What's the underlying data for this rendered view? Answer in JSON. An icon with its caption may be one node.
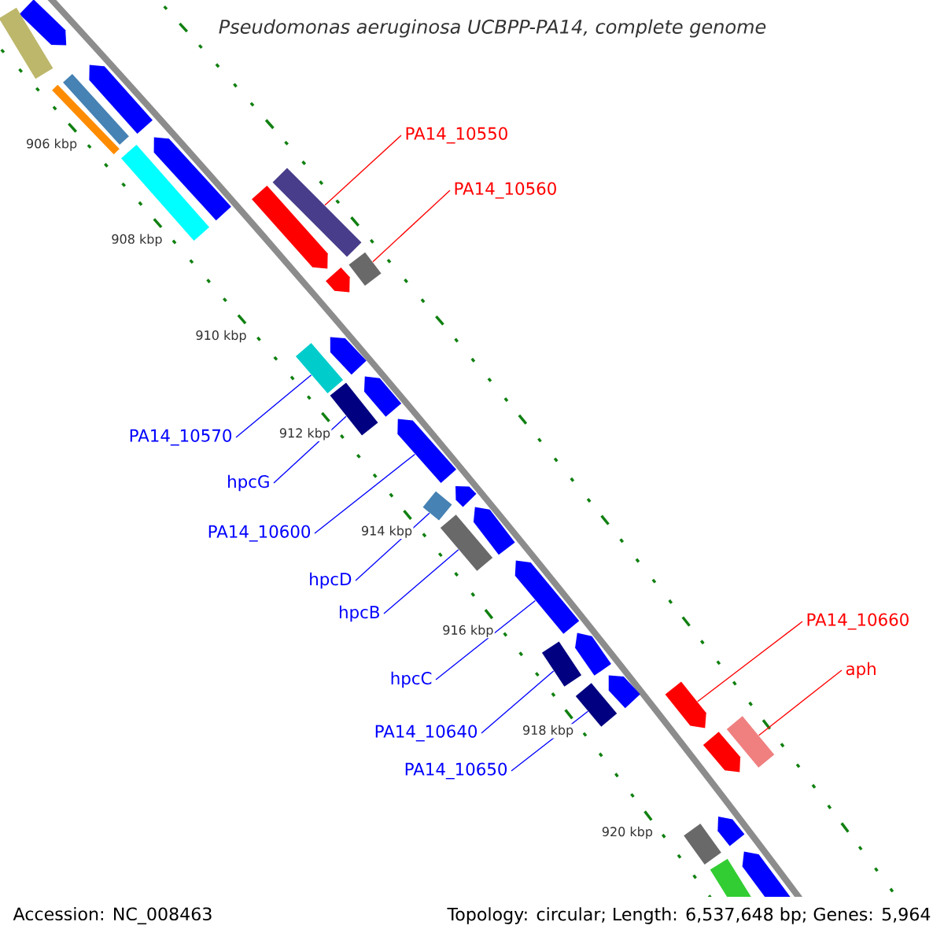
{
  "diagram": {
    "title": "Pseudomonas aeruginosa UCBPP-PA14, complete genome",
    "nodes": [
      {
        "text": [
          "PA14_10550"
        ]
      },
      {
        "text": [
          "PA14_10560"
        ]
      },
      {
        "text": [
          "PA14_10570"
        ]
      },
      {
        "text": [
          "hpcG"
        ]
      },
      {
        "text": [
          "PA14_10600"
        ]
      },
      {
        "text": [
          "hpcD"
        ]
      },
      {
        "text": [
          "hpcB"
        ]
      },
      {
        "text": [
          "hpcC"
        ]
      },
      {
        "text": [
          "PA14_10660"
        ]
      },
      {
        "text": [
          "aph"
        ]
      },
      {
        "text": [
          "PA14_10640"
        ]
      },
      {
        "text": [
          "PA14_10650"
        ]
      },
      {
        "text": [],
        "shape": "arrow"
      },
      {
        "text": [],
        "shape": "bar"
      },
      {
        "text": [],
        "shape": "arrow"
      },
      {
        "text": [],
        "shape": "bar"
      },
      {
        "text": [],
        "shape": "bar"
      },
      {
        "text": [],
        "shape": "arrow"
      },
      {
        "text": [],
        "shape": "bar"
      },
      {
        "text": [],
        "shape": "bar"
      },
      {
        "text": [],
        "shape": "arrow"
      },
      {
        "text": [],
        "shape": "bar"
      },
      {
        "text": [],
        "shape": "arrow"
      },
      {
        "text": [],
        "shape": "arrow"
      },
      {
        "text": [],
        "shape": "bar"
      },
      {
        "text": [],
        "shape": "arrow"
      },
      {
        "text": [],
        "shape": "bar"
      },
      {
        "text": [],
        "shape": "arrow"
      },
      {
        "text": [],
        "shape": "arrow"
      },
      {
        "text": [],
        "shape": "bar"
      },
      {
        "text": [],
        "shape": "arrow"
      },
      {
        "text": [],
        "shape": "bar"
      },
      {
        "text": [],
        "shape": "arrow"
      },
      {
        "text": [],
        "shape": "arrow"
      },
      {
        "text": [],
        "shape": "bar"
      },
      {
        "text": [],
        "shape": "arrow"
      },
      {
        "text": [],
        "shape": "bar"
      },
      {
        "text": [],
        "shape": "arrow"
      },
      {
        "text": [],
        "shape": "bar"
      },
      {
        "text": [],
        "shape": "arrow"
      },
      {
        "text": [],
        "shape": "arrow"
      },
      {
        "text": [],
        "shape": "bar"
      },
      {
        "text": [],
        "shape": "arrow"
      },
      {
        "text": [],
        "shape": "bar"
      }
    ],
    "edges": [
      {
        "from": 0,
        "to": 19,
        "arrow": "none",
        "color": "#ff0000"
      },
      {
        "from": 1,
        "to": 21,
        "arrow": "none",
        "color": "#ff0000"
      },
      {
        "from": 2,
        "to": 24,
        "arrow": "none"
      },
      {
        "from": 3,
        "to": 26,
        "arrow": "none"
      },
      {
        "from": 4,
        "to": 27,
        "arrow": "none"
      },
      {
        "from": 5,
        "to": 29,
        "arrow": "none"
      },
      {
        "from": 6,
        "to": 31,
        "arrow": "none"
      },
      {
        "from": 7,
        "to": 32,
        "arrow": "none"
      },
      {
        "from": 8,
        "to": 37,
        "arrow": "none",
        "color": "#ff0000"
      },
      {
        "from": 9,
        "to": 38,
        "arrow": "none",
        "color": "#ff0000"
      },
      {
        "from": 10,
        "to": 34,
        "arrow": "none"
      },
      {
        "from": 11,
        "to": 36,
        "arrow": "none"
      }
    ],
    "labels": [
      "906 kbp",
      "908 kbp",
      "910 kbp",
      "912 kbp",
      "914 kbp",
      "916 kbp",
      "918 kbp",
      "920 kbp",
      "Accession: NC_008463",
      "Topology: circular; Length: 6,537,648 bp; Genes: 5,964"
    ]
  }
}
